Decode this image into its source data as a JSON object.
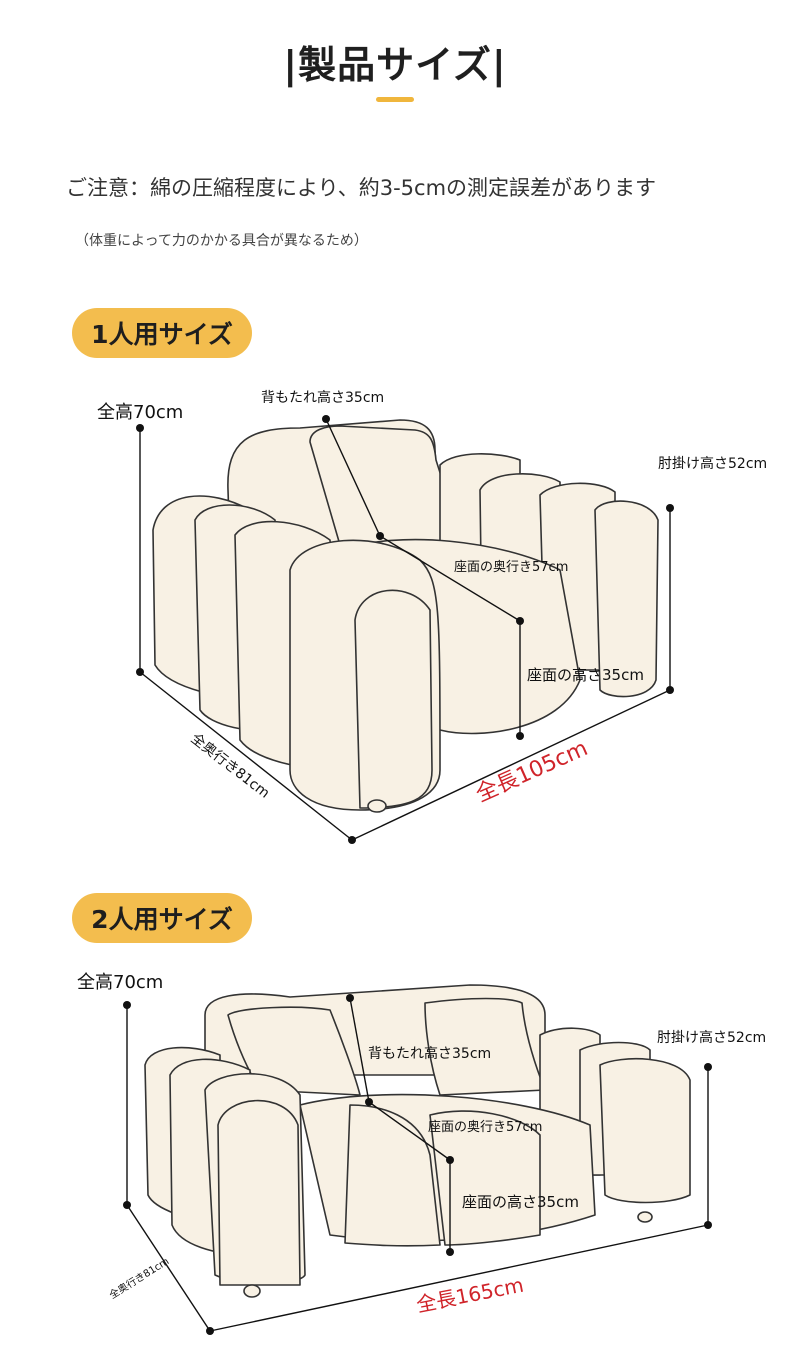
{
  "page": {
    "title": "|製品サイズ|",
    "notice": "ご注意：綿の圧縮程度により、約3-5cmの測定誤差があります",
    "subnote": "（体重によって力のかかる具合が異なるため）"
  },
  "single": {
    "pill": "1人用サイズ",
    "total_height": "全高70cm",
    "backrest_height": "背もたれ高さ35cm",
    "armrest_height": "肘掛け高さ52cm",
    "seat_depth": "座面の奥行き57cm",
    "seat_height": "座面の高さ35cm",
    "total_depth": "全奥行き81cm",
    "total_length": "全長105cm"
  },
  "double": {
    "pill": "2人用サイズ",
    "total_height": "全高70cm",
    "backrest_height": "背もたれ高さ35cm",
    "armrest_height": "肘掛け高さ52cm",
    "seat_depth": "座面の奥行き57cm",
    "seat_height": "座面の高さ35cm",
    "total_depth": "全奥行き81cm",
    "total_length": "全長165cm"
  },
  "colors": {
    "accent": "#f3bd4e",
    "dimension_red": "#d0242a",
    "sofa_fill": "#f8f1e4"
  }
}
